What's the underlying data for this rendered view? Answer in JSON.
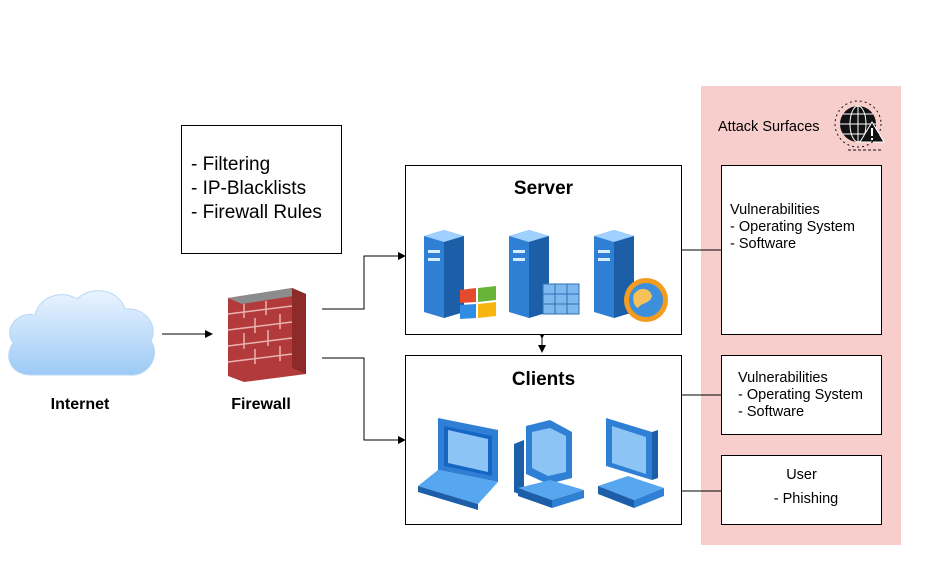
{
  "nodes": {
    "internet": {
      "label": "Internet"
    },
    "firewall": {
      "label": "Firewall"
    },
    "server": {
      "title": "Server"
    },
    "clients": {
      "title": "Clients"
    }
  },
  "firewall_notes": [
    "- Filtering",
    "- IP-Blacklists",
    "- Firewall Rules"
  ],
  "attack_surfaces": {
    "title": "Attack Surfaces",
    "server_vuln": {
      "heading": "Vulnerabilities",
      "lines": [
        "- Operating System",
        "- Software"
      ]
    },
    "client_vuln": {
      "heading": "Vulnerabilities",
      "lines": [
        "- Operating System",
        "- Software"
      ]
    },
    "user": {
      "heading": "User",
      "lines": [
        "- Phishing"
      ]
    }
  },
  "colors": {
    "panel": "#f8cecc",
    "accent_blue": "#2f7fd4",
    "brick": "#b23a3a"
  },
  "icons": [
    "cloud-icon",
    "firewall-wall-icon",
    "windows-server-icon",
    "database-server-icon",
    "web-server-icon",
    "laptop-icon",
    "workstation-icon",
    "terminal-icon",
    "globe-warning-icon"
  ]
}
